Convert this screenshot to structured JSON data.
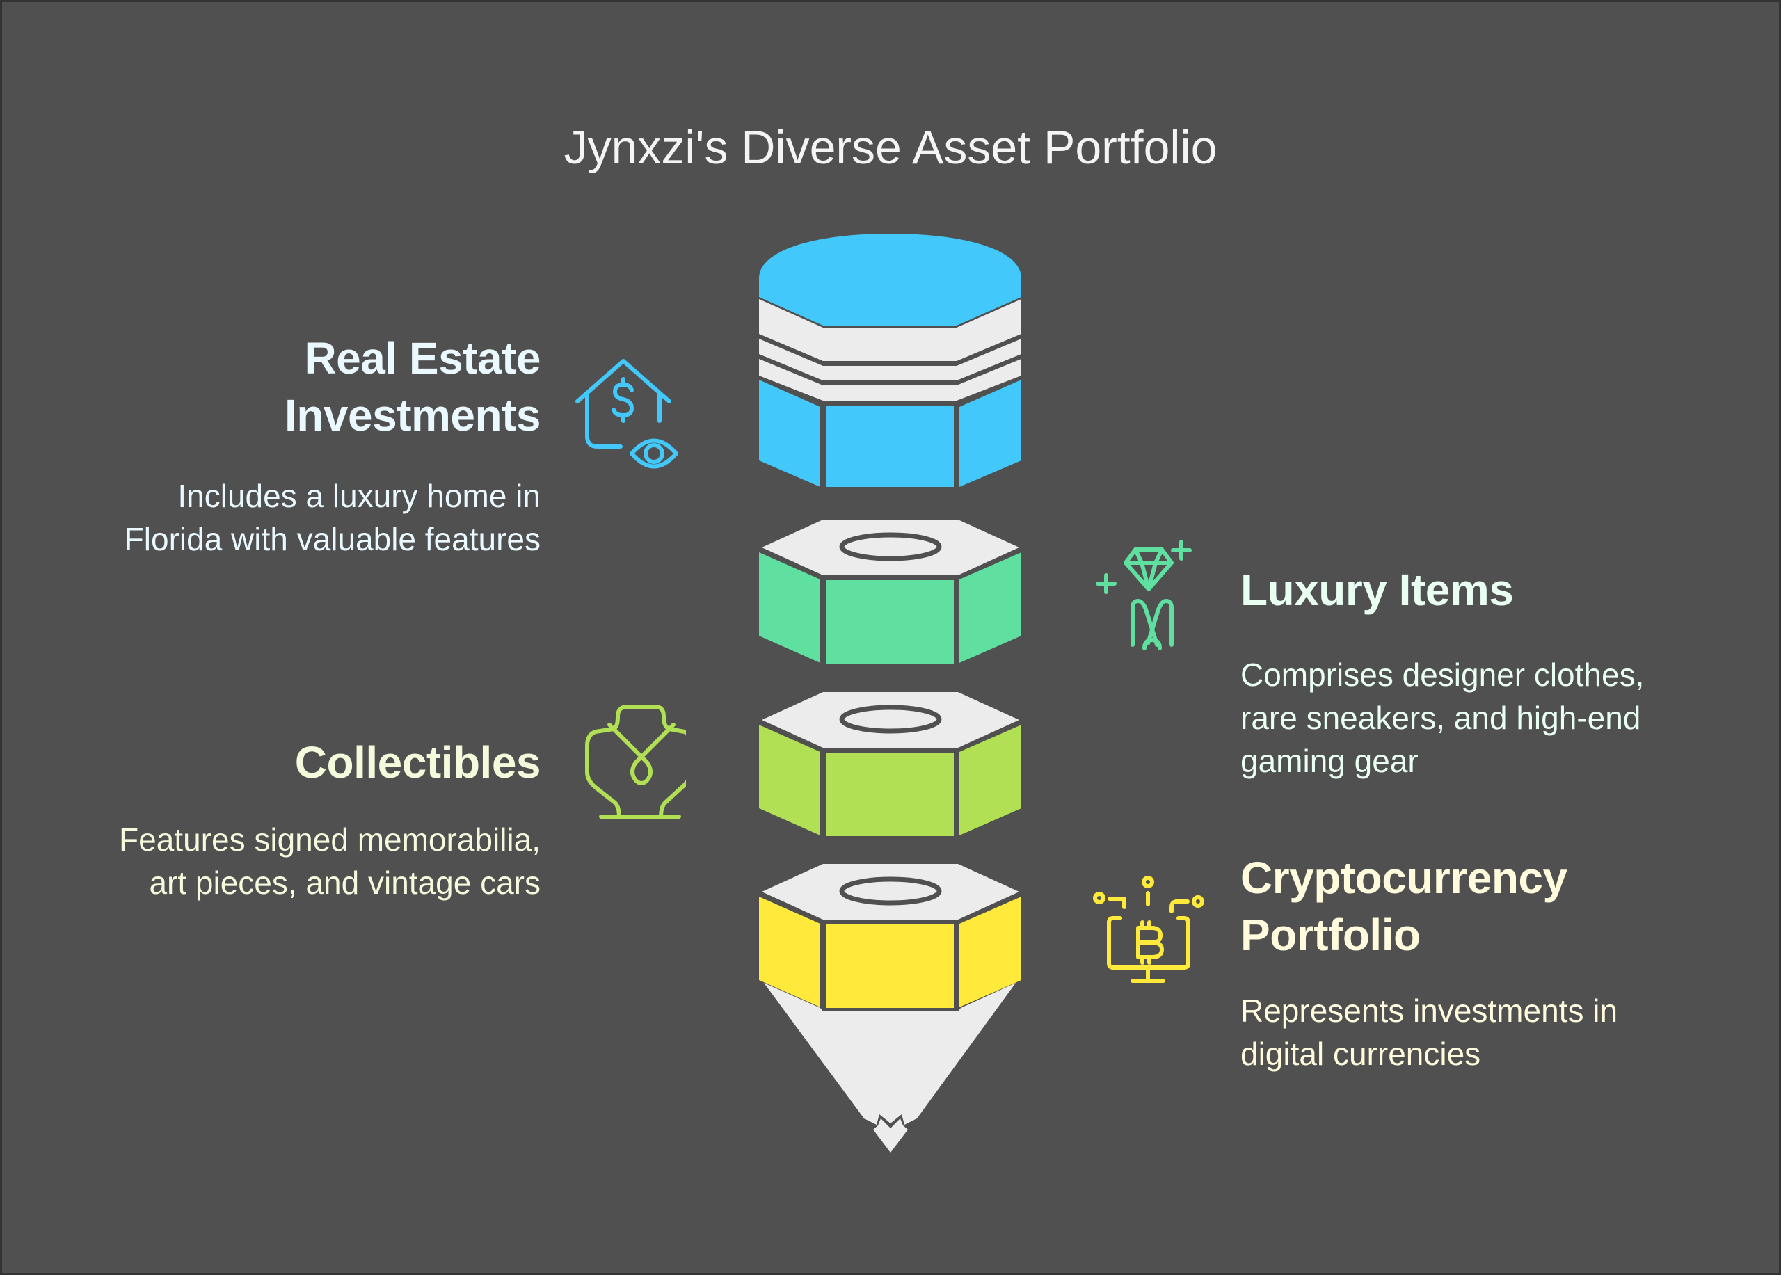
{
  "title": "Jynxzi's Diverse Asset Portfolio",
  "colors": {
    "background": "#505050",
    "outline": "#505050",
    "cap_gray": "#ececec",
    "real_estate": "#42c8fa",
    "luxury": "#5fe0a0",
    "collectibles": "#b2e055",
    "crypto": "#ffe93a"
  },
  "sections": {
    "real_estate": {
      "heading_lines": [
        "Real Estate",
        "Investments"
      ],
      "body_lines": [
        "Includes a luxury home in",
        "Florida with valuable features"
      ],
      "icon": "house-dollar-eye-icon",
      "text_color": "#eaf8ff"
    },
    "luxury": {
      "heading_lines": [
        "Luxury Items"
      ],
      "body_lines": [
        "Comprises designer clothes,",
        "rare sneakers, and high-end",
        "gaming gear"
      ],
      "icon": "diamond-suit-icon",
      "text_color": "#e8fff2"
    },
    "collectibles": {
      "heading_lines": [
        "Collectibles"
      ],
      "body_lines": [
        "Features signed memorabilia,",
        "art pieces, and vintage cars"
      ],
      "icon": "necklace-bust-icon",
      "text_color": "#f3fbdc"
    },
    "crypto": {
      "heading_lines": [
        "Cryptocurrency",
        "Portfolio"
      ],
      "body_lines": [
        "Represents investments in",
        "digital currencies"
      ],
      "icon": "bitcoin-monitor-icon",
      "text_color": "#fffbdc"
    }
  }
}
